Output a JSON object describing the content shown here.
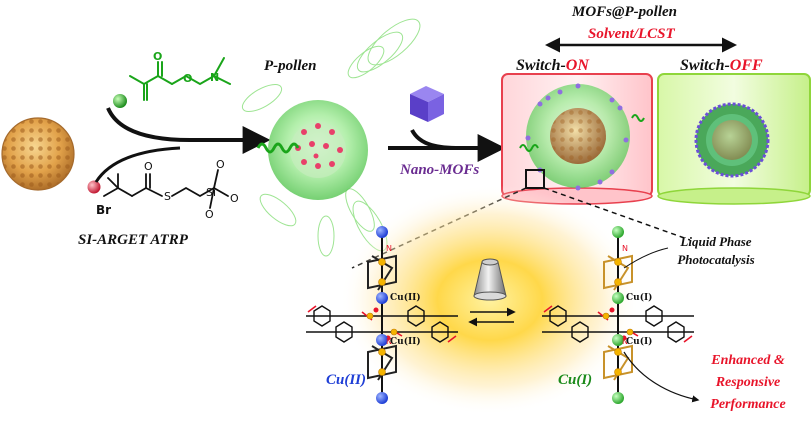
{
  "labels": {
    "mofs_at_ppollen": "MOFs@P-pollen",
    "solvent_lcst": "Solvent/LCST",
    "switch_on_prefix": "Switch-",
    "switch_on_state": "ON",
    "switch_off_prefix": "Switch-",
    "switch_off_state": "OFF",
    "p_pollen": "P-pollen",
    "nano_mofs": "Nano-MOFs",
    "si_arget_atrp": "SI-ARGET ATRP",
    "br": "Br",
    "o": "O",
    "s": "S",
    "si": "Si",
    "n_atom": "N",
    "cu_ii_site": "Cu(II)",
    "cu_i_site": "Cu(I)",
    "cu_ii_label": "Cu(II)",
    "cu_i_label": "Cu(I)",
    "liquid_phase_line1": "Liquid Phase",
    "liquid_phase_line2": "Photocatalysis",
    "enhanced_line1": "Enhanced &",
    "enhanced_line2": "Responsive",
    "enhanced_line3": "Performance"
  },
  "colors": {
    "red_text": "#e8142a",
    "purple_text": "#6a2c91",
    "blue_atom": "#1f3fd6",
    "green_atom": "#3bc43b",
    "pollen": "#e2a24a",
    "shell_green": "#9fe89a",
    "cube": "#6b4fd8",
    "monomer_ball": "#2fb52f",
    "initiator_ball": "#e8405a",
    "glow": "#ffd84a"
  }
}
